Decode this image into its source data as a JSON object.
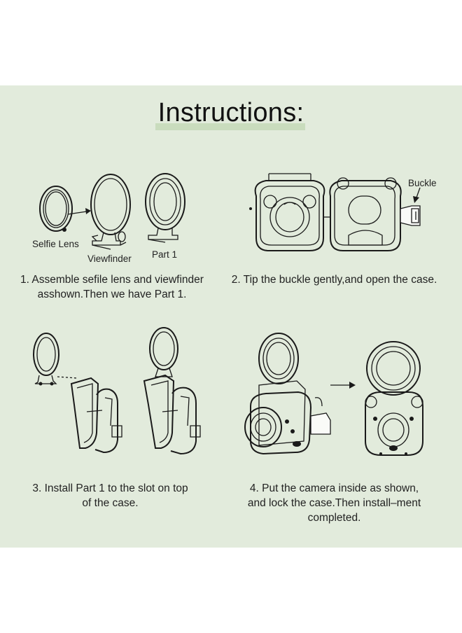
{
  "title": "Instructions:",
  "steps": [
    {
      "caption_line1": "1. Assemble sefile lens and viewfinder",
      "caption_line2": "asshown.Then we have Part 1."
    },
    {
      "caption_line1": "2. Tip the buckle gently,and open the case."
    },
    {
      "caption_line1": "3. Install Part 1 to the slot on top",
      "caption_line2": "of the case."
    },
    {
      "caption_line1": "4. Put the camera inside as shown,",
      "caption_line2": "and lock the case.Then install–ment",
      "caption_line3": "completed."
    }
  ],
  "labels": {
    "selfie_lens": "Selfie Lens",
    "viewfinder": "Viewfinder",
    "part1": "Part 1",
    "buckle": "Buckle"
  },
  "colors": {
    "panel_background": "#e2ebdc",
    "title_highlight": "#c9dcbd",
    "line_art": "#1a1a1a"
  }
}
